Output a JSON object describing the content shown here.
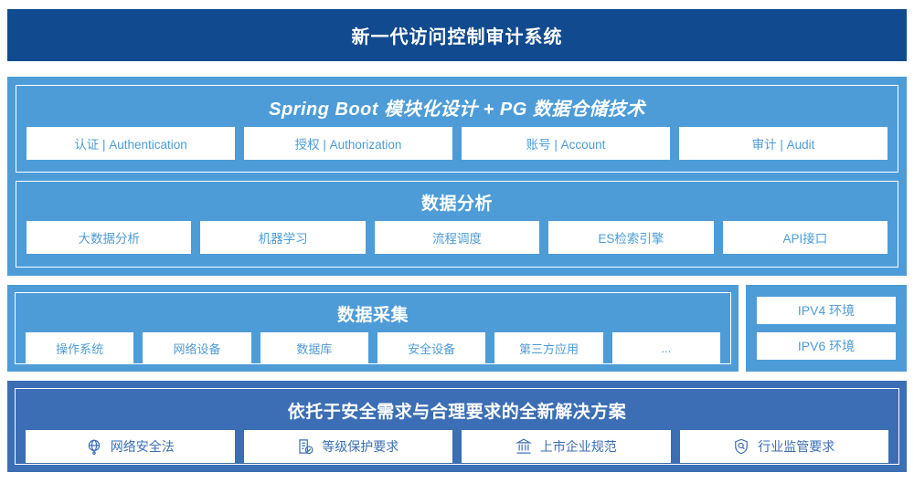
{
  "header": {
    "title": "新一代访问控制审计系统"
  },
  "architecture": {
    "platform": {
      "title": "Spring Boot 模块化设计 + PG 数据仓储技术",
      "modules": [
        {
          "label": "认证 | Authentication"
        },
        {
          "label": "授权 | Authorization"
        },
        {
          "label": "账号 | Account"
        },
        {
          "label": "审计 | Audit"
        }
      ]
    },
    "analysis": {
      "title": "数据分析",
      "modules": [
        {
          "label": "大数据分析"
        },
        {
          "label": "机器学习"
        },
        {
          "label": "流程调度"
        },
        {
          "label": "ES检索引擎"
        },
        {
          "label": "API接口"
        }
      ]
    },
    "collection": {
      "title": "数据采集",
      "sources": [
        {
          "label": "操作系统"
        },
        {
          "label": "网络设备"
        },
        {
          "label": "数据库"
        },
        {
          "label": "安全设备"
        },
        {
          "label": "第三方应用"
        },
        {
          "label": "..."
        }
      ]
    },
    "environments": [
      {
        "label": "IPV4 环境"
      },
      {
        "label": "IPV6 环境"
      }
    ],
    "compliance": {
      "title": "依托于安全需求与合理要求的全新解决方案",
      "items": [
        {
          "label": "网络安全法",
          "icon": "globe-network-icon"
        },
        {
          "label": "等级保护要求",
          "icon": "document-check-icon"
        },
        {
          "label": "上市企业规范",
          "icon": "bank-building-icon"
        },
        {
          "label": "行业监管要求",
          "icon": "shield-search-icon"
        }
      ]
    }
  },
  "colors": {
    "header_navy": "#114a8e",
    "panel_blue": "#4d9cd8",
    "bottom_blue": "#3b6eb4",
    "chip_white": "#ffffff"
  }
}
